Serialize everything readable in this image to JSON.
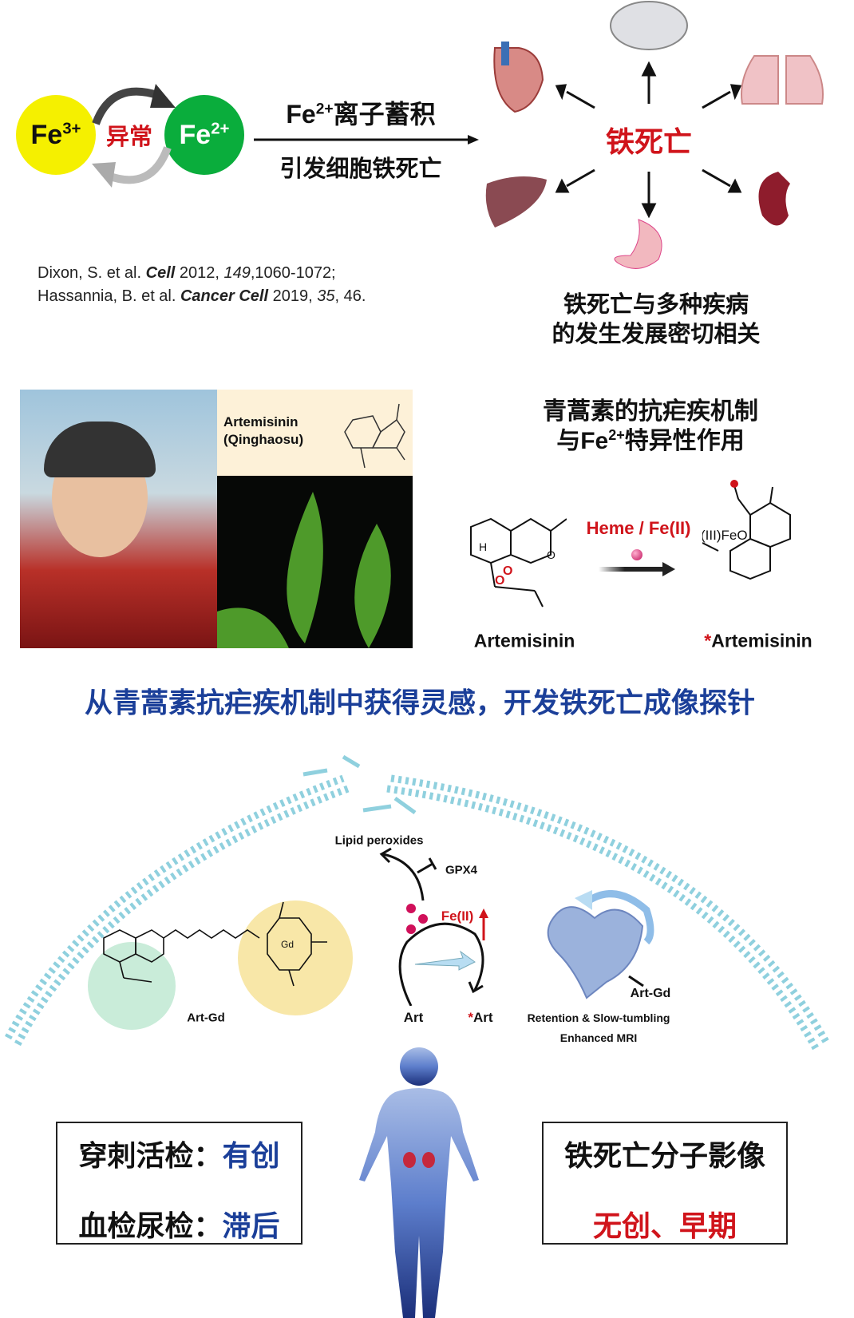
{
  "top": {
    "fe3": {
      "base": "Fe",
      "sup": "3+"
    },
    "fe2": {
      "base": "Fe",
      "sup": "2+"
    },
    "abnormal": "异常",
    "arrow_top": {
      "base": "Fe",
      "sup": "2+",
      "rest": "离子蓄积"
    },
    "arrow_bottom": "引发细胞铁死亡",
    "ferroptosis": "铁死亡",
    "disease_line1": "铁死亡与多种疾病",
    "disease_line2": "的发生发展密切相关",
    "refs": [
      {
        "authors": "Dixon, S. et al. ",
        "journal": "Cell",
        "year": " 2012, ",
        "vol": "149",
        "pages": ",1060-1072;"
      },
      {
        "authors": "Hassannia, B. et al. ",
        "journal": "Cancer Cell",
        "year": " 2019, ",
        "vol": "35",
        "pages": ", 46."
      }
    ]
  },
  "middle": {
    "photo_caption_line1": "Artemisinin",
    "photo_caption_line2": "(Qinghaosu)",
    "mechanism_line1": "青蒿素的抗疟疾机制",
    "mechanism_line2": {
      "pre": "与Fe",
      "sup": "2+",
      "rest": "特异性作用"
    },
    "reaction_condition": "Heme / Fe(II)",
    "reactant": "Artemisinin",
    "product_star": "*",
    "product": "Artemisinin",
    "fe_label": "(III)FeO",
    "headline": "从青蒿素抗疟疾机制中获得灵感，开发铁死亡成像探针"
  },
  "diagram": {
    "lipid_peroxides": "Lipid peroxides",
    "gpx4": "GPX4",
    "fe_ii": "Fe(II)",
    "art": "Art",
    "art_star": "*",
    "art_product": "Art",
    "art_gd_left": "Art-Gd",
    "art_gd_right": "Art-Gd",
    "gd": "Gd",
    "retention": "Retention & Slow-tumbling",
    "enhanced": "Enhanced  MRI"
  },
  "bottom": {
    "left": [
      {
        "label": "穿刺活检：",
        "value": "有创"
      },
      {
        "label": "血检尿检：",
        "value": "滞后"
      }
    ],
    "right_title": "铁死亡分子影像",
    "right_value": "无创、早期"
  },
  "colors": {
    "red": "#d0141b",
    "blue": "#1b3f99",
    "yellow": "#f5f000",
    "green": "#0aad3c"
  }
}
